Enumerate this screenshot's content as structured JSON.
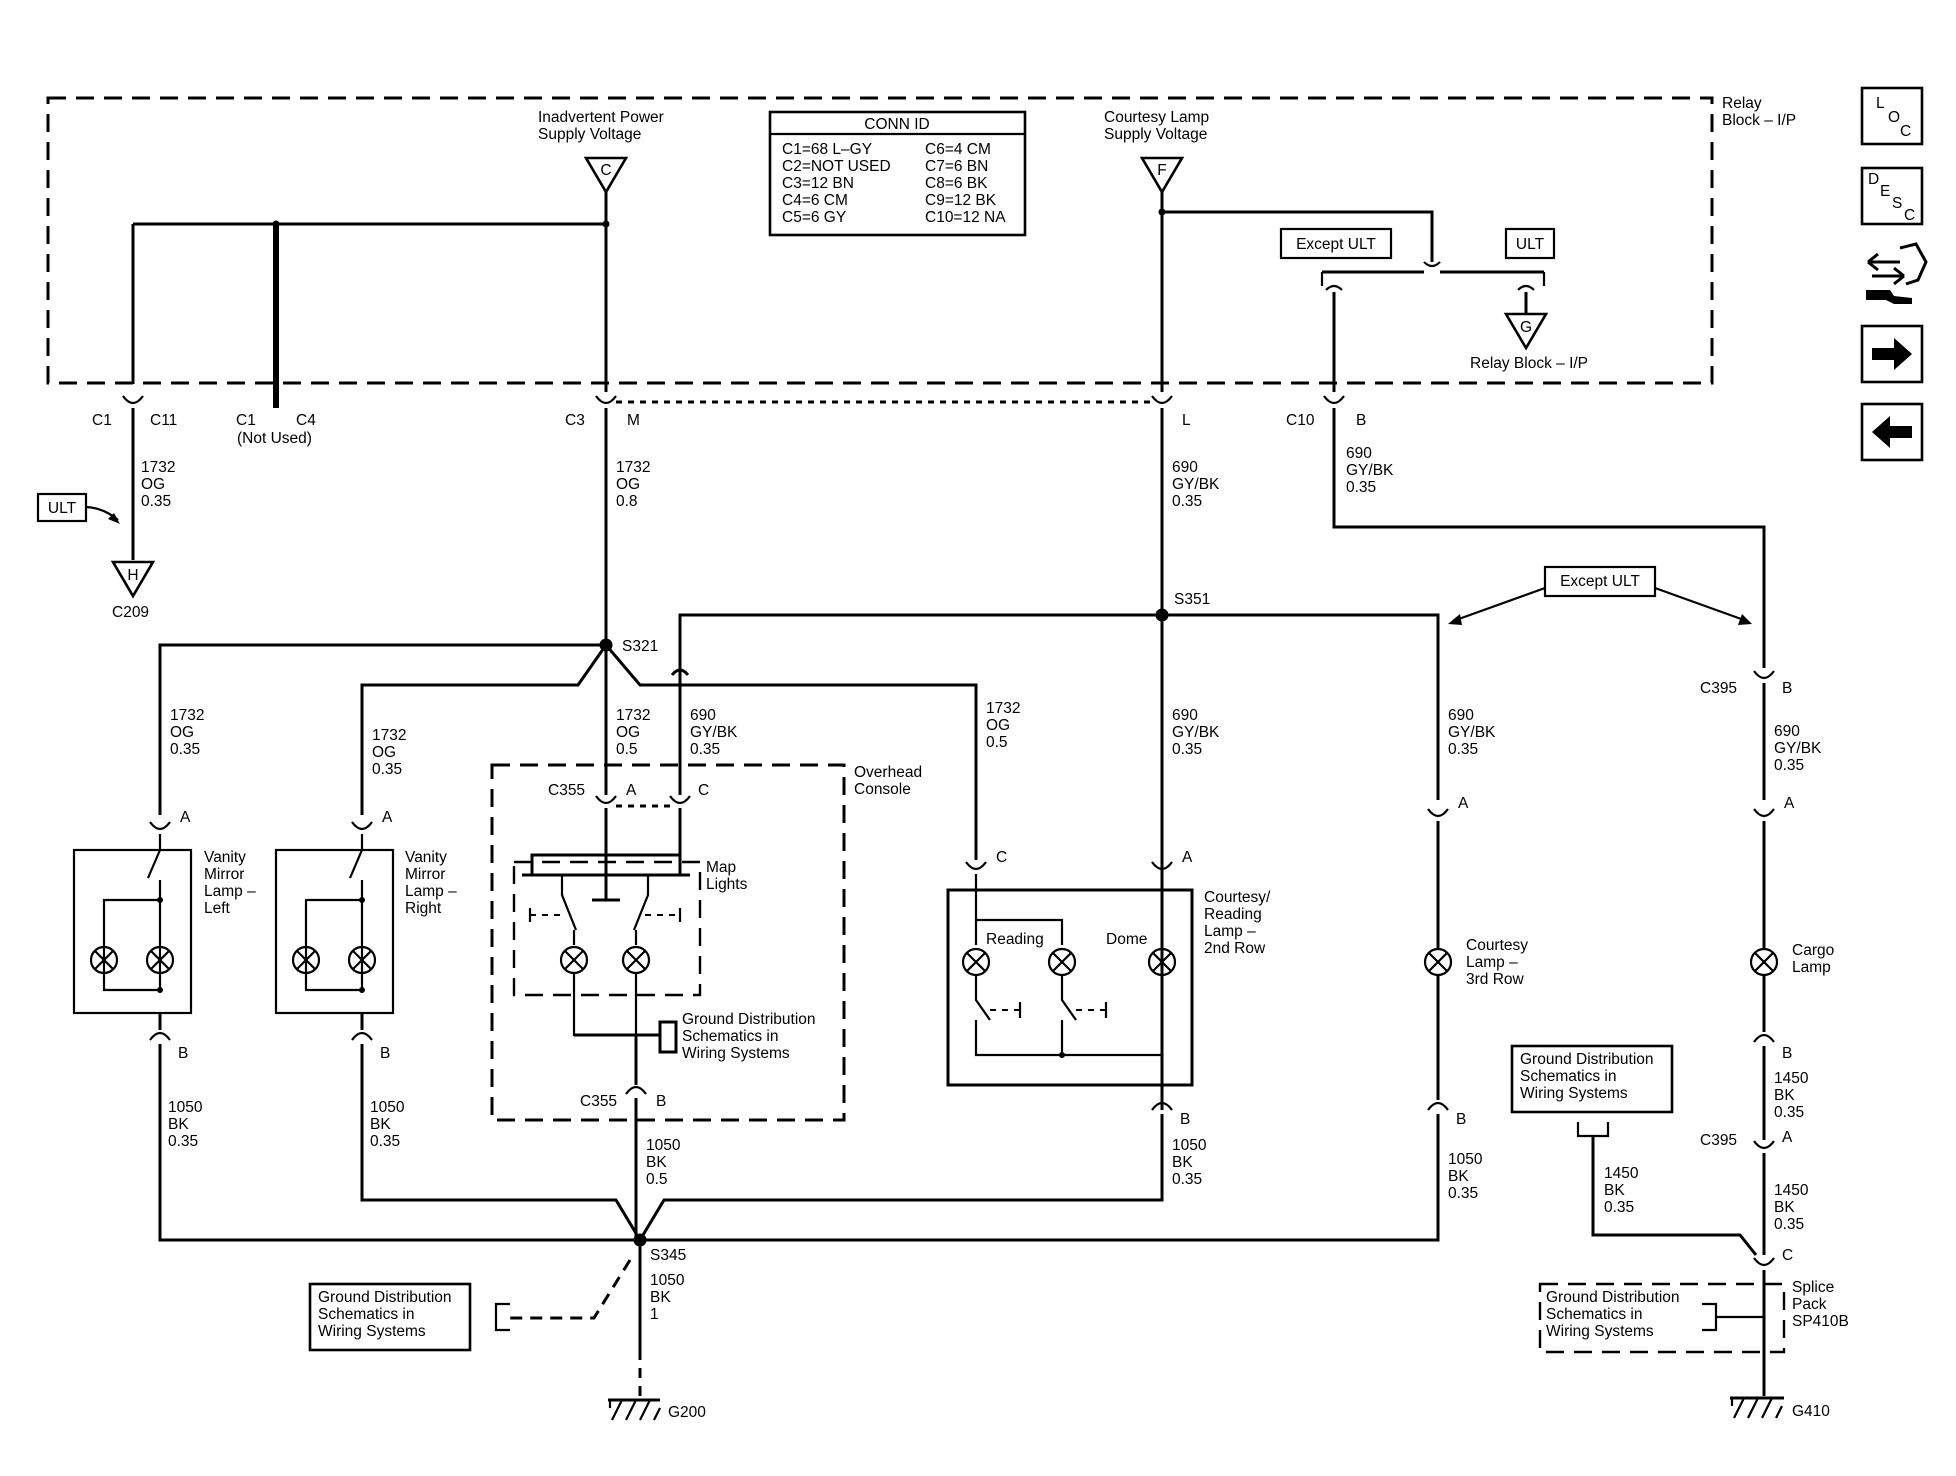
{
  "relay_block": {
    "title_line1": "Relay",
    "title_line2": "Block – I/P"
  },
  "conn_id": {
    "title": "CONN ID",
    "left": [
      "C1=68 L–GY",
      "C2=NOT USED",
      "C3=12 BN",
      "C4=6 CM",
      "C5=6 GY"
    ],
    "right": [
      "C6=4 CM",
      "C7=6 BN",
      "C8=6 BK",
      "C9=12 BK",
      "C10=12 NA"
    ]
  },
  "supply": {
    "inadvertent_line1": "Inadvertent Power",
    "inadvertent_line2": "Supply Voltage",
    "inadvertent_pin": "C",
    "courtesy_line1": "Courtesy Lamp",
    "courtesy_line2": "Supply Voltage",
    "courtesy_pin": "F"
  },
  "options": {
    "except_ult": "Except ULT",
    "ult": "ULT"
  },
  "relay_g": {
    "pin": "G",
    "label": "Relay Block – I/P"
  },
  "connectors": {
    "c1": "C1",
    "c11": "C11",
    "c4": "C4",
    "not_used": "(Not Used)",
    "c3": "C3",
    "m": "M",
    "l": "L",
    "c10": "C10",
    "b": "B",
    "c355": "C355",
    "a": "A",
    "c": "C",
    "c395": "C395"
  },
  "wires": {
    "w1732": "1732",
    "og": "OG",
    "g035": "0.35",
    "g08": "0.8",
    "g05": "0.5",
    "w690": "690",
    "gybk": "GY/BK",
    "w1050": "1050",
    "bk": "BK",
    "g1": "1",
    "w1450": "1450"
  },
  "ground_c209": {
    "pin": "H",
    "label": "C209"
  },
  "splices": {
    "s321": "S321",
    "s351": "S351",
    "s345": "S345"
  },
  "components": {
    "vanity_left": [
      "Vanity",
      "Mirror",
      "Lamp –",
      "Left"
    ],
    "vanity_right": [
      "Vanity",
      "Mirror",
      "Lamp –",
      "Right"
    ],
    "overhead": [
      "Overhead",
      "Console"
    ],
    "map_lights": [
      "Map",
      "Lights"
    ],
    "courtesy_reading": [
      "Courtesy/",
      "Reading",
      "Lamp –",
      "2nd Row"
    ],
    "reading": "Reading",
    "dome": "Dome",
    "courtesy_3rd": [
      "Courtesy",
      "Lamp –",
      "3rd Row"
    ],
    "cargo": [
      "Cargo",
      "Lamp"
    ],
    "splice_pack": [
      "Splice",
      "Pack",
      "SP410B"
    ]
  },
  "ground_dist": [
    "Ground Distribution",
    "Schematics in",
    "Wiring Systems"
  ],
  "grounds": {
    "g200": "G200",
    "g410": "G410"
  },
  "nav": {
    "loc": [
      "L",
      "O",
      "C"
    ],
    "desc": [
      "D",
      "E",
      "S",
      "C"
    ]
  }
}
